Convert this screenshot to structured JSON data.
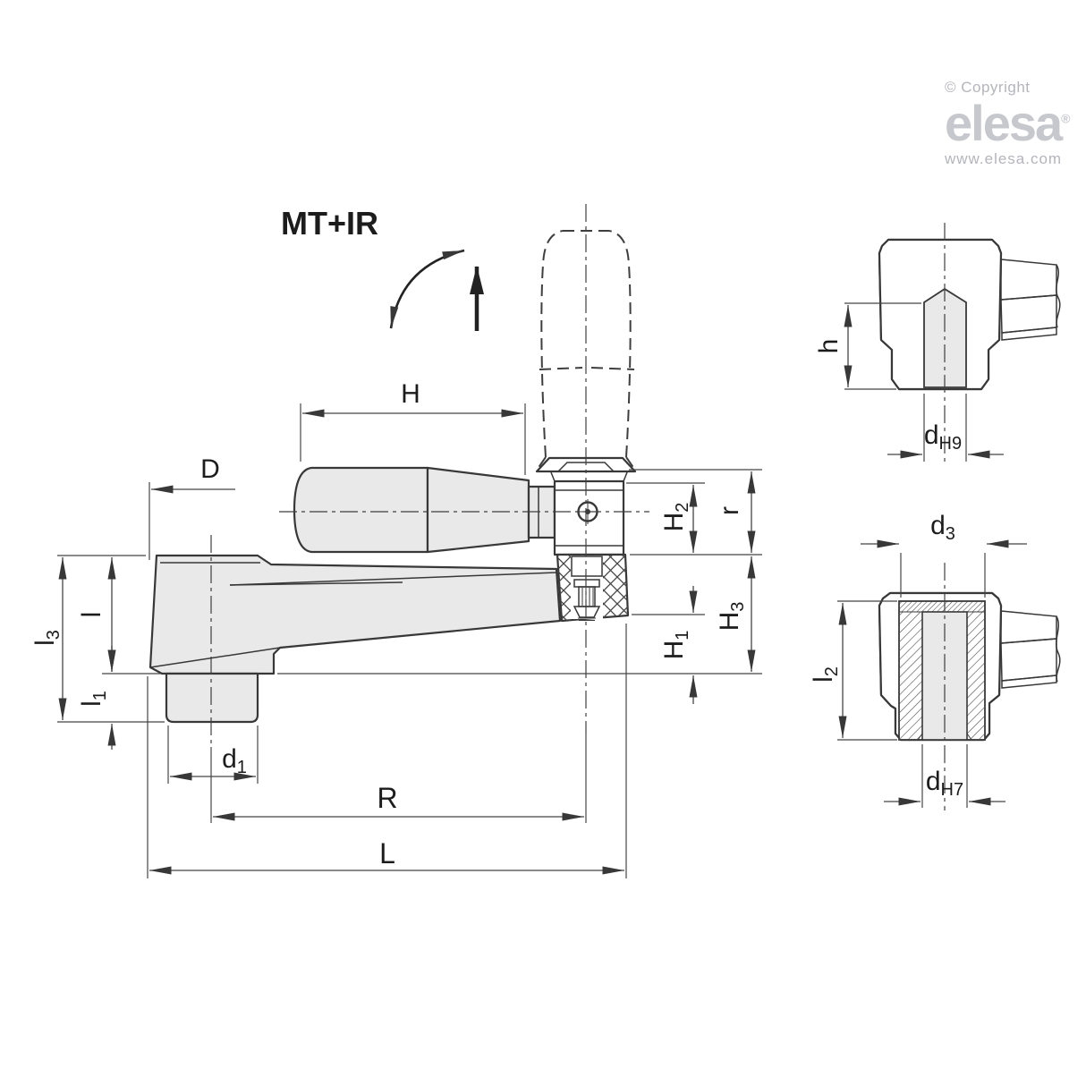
{
  "branding": {
    "copyright": "© Copyright",
    "brand": "elesa",
    "registered": "®",
    "website": "www.elesa.com"
  },
  "drawing": {
    "mode_label": "MT+IR"
  },
  "dimensions": {
    "main": {
      "H": "H",
      "D": "D",
      "l3": {
        "base": "l",
        "sub": "3"
      },
      "l": "l",
      "l1": {
        "base": "l",
        "sub": "1"
      },
      "d1": {
        "base": "d",
        "sub": "1"
      },
      "H2": {
        "base": "H",
        "sub": "2"
      },
      "r": "r",
      "H3": {
        "base": "H",
        "sub": "3"
      },
      "H1": {
        "base": "H",
        "sub": "1"
      },
      "R": "R",
      "L": "L"
    },
    "detail_top": {
      "h": "h",
      "dH9": {
        "base": "d",
        "sub": "H9"
      }
    },
    "detail_bottom": {
      "d3": {
        "base": "d",
        "sub": "3"
      },
      "l2": {
        "base": "l",
        "sub": "2"
      },
      "dH7": {
        "base": "d",
        "sub": "H7"
      }
    }
  },
  "colors": {
    "line": "#383838",
    "part_fill": "#e9e9ea",
    "logo_gray": "#c7c8cd",
    "dim_text": "#1c1c1c"
  }
}
